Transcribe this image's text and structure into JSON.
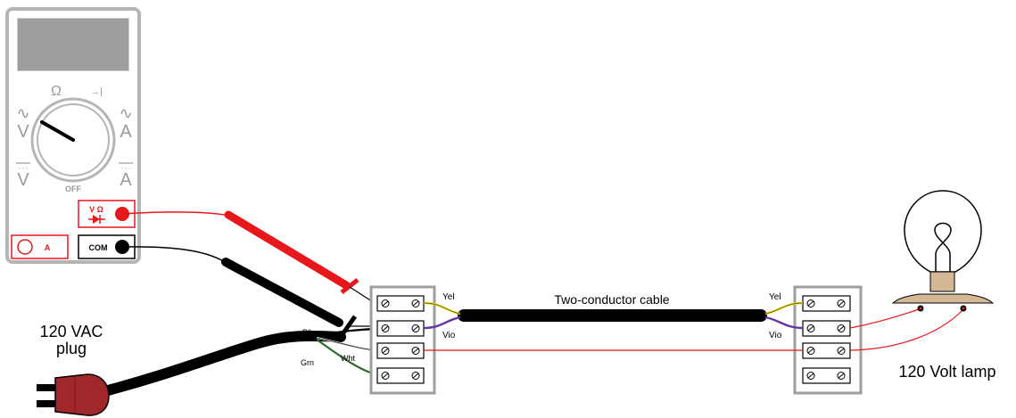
{
  "multimeter": {
    "dial_labels": {
      "ohm": "Ω",
      "diode": "→|",
      "ac_v_symbol": "∿",
      "ac_v_letter": "V",
      "ac_a_symbol": "∿",
      "ac_a_letter": "A",
      "dc_v_symbol": "- - -",
      "dc_v_letter": "V",
      "dc_a_symbol": "- - -",
      "dc_a_letter": "A",
      "off": "OFF"
    },
    "jacks": {
      "voltohm": "V Ω",
      "amp": "A",
      "common": "COM"
    }
  },
  "labels": {
    "plug": [
      "120 VAC",
      "plug"
    ],
    "cable": "Two-conductor cable",
    "lamp": "120 Volt lamp",
    "wire_blk": "Blk",
    "wire_wht": "Wht",
    "wire_grn": "Grn",
    "left_yel": "Yel",
    "left_vio": "Vio",
    "right_yel": "Yel",
    "right_vio": "Vio"
  },
  "colors": {
    "test_lead_red": "#e8171b",
    "test_lead_black": "#000000",
    "plug_body": "#a1282a",
    "lamp_base": "#d4b896",
    "wire_yellow": "#e8d81a",
    "wire_violet": "#6b2fa8",
    "wire_green": "#2b6b2b",
    "terminal_frame": "#9e9e9e",
    "meter_body": "#bdbdbd"
  }
}
